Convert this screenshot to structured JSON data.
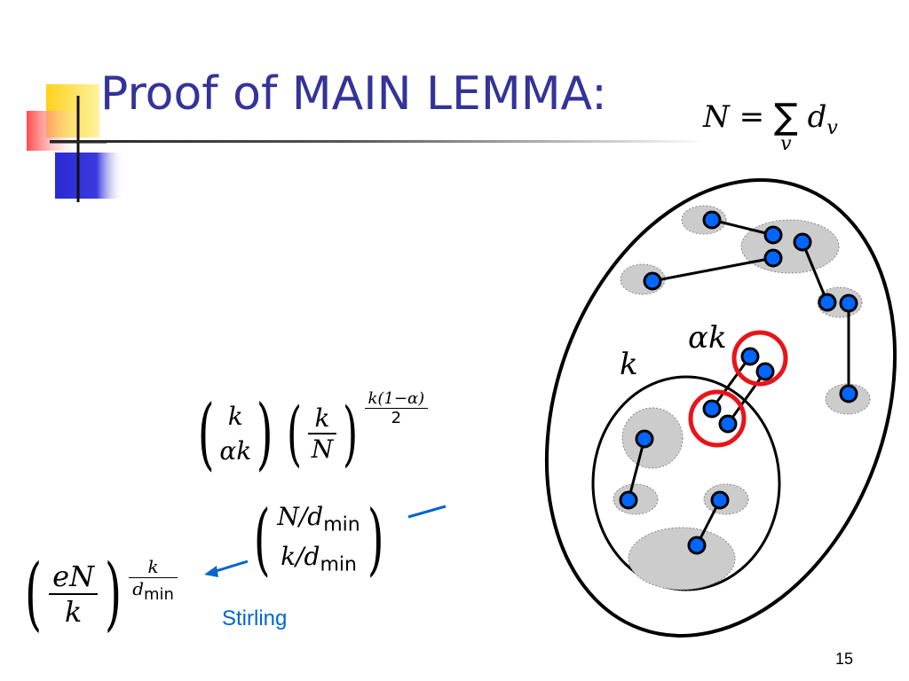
{
  "slide": {
    "title": "Proof of MAIN LEMMA:",
    "page_number": "15",
    "stirling_label": "Stirling"
  },
  "formula_sum": {
    "lhs": "N",
    "equals": "=",
    "sum_symbol": "∑",
    "subscript": "v",
    "term": "d",
    "term_subscript": "v"
  },
  "diagram": {
    "label_inner": "k",
    "label_alpha": "αk"
  },
  "formula_binomial_product": {
    "top": "k",
    "bottom": "αk",
    "frac_num": "k",
    "frac_den": "N",
    "exponent": "k(1−α)",
    "exponent_den": "2"
  },
  "formula_binomial_dmin": {
    "top": "N/d",
    "top_sub": "min",
    "bottom": "k/d",
    "bottom_sub": "min"
  },
  "formula_stirling": {
    "num": "eN",
    "den": "k",
    "exp_num": "k",
    "exp_den": "d",
    "exp_den_sub": "min"
  },
  "colors": {
    "title": "#333399",
    "node_fill": "#0066ff",
    "highlight_circle": "#e8141a",
    "cluster_fill": "#cccccc",
    "arrow": "#0066cc"
  }
}
